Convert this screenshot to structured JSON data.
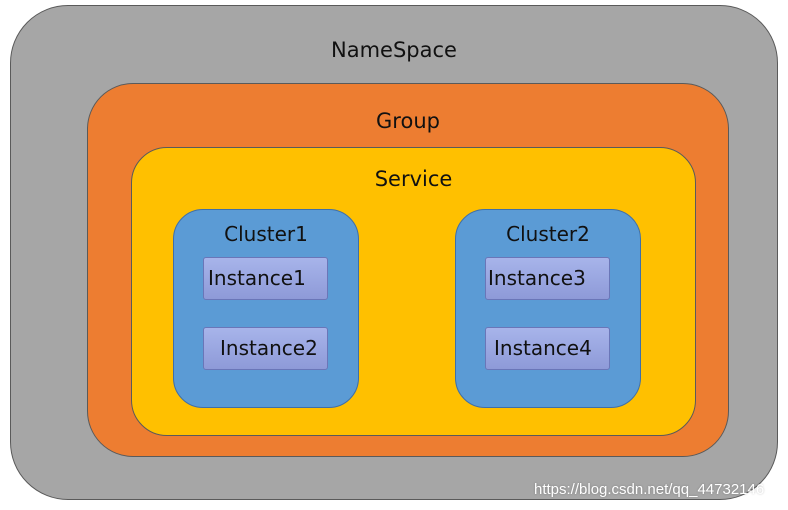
{
  "namespace": {
    "label": "NameSpace"
  },
  "group": {
    "label": "Group"
  },
  "service": {
    "label": "Service"
  },
  "clusters": [
    {
      "label": "Cluster1",
      "instances": [
        {
          "label": "Instance1"
        },
        {
          "label": "Instance2"
        }
      ]
    },
    {
      "label": "Cluster2",
      "instances": [
        {
          "label": "Instance3"
        },
        {
          "label": "Instance4"
        }
      ]
    }
  ],
  "watermark": "https://blog.csdn.net/qq_44732146",
  "colors": {
    "namespace": "#a6a6a6",
    "group": "#ed7d31",
    "service": "#ffc000",
    "cluster": "#5b9bd5",
    "instance": "#9da9e4"
  }
}
